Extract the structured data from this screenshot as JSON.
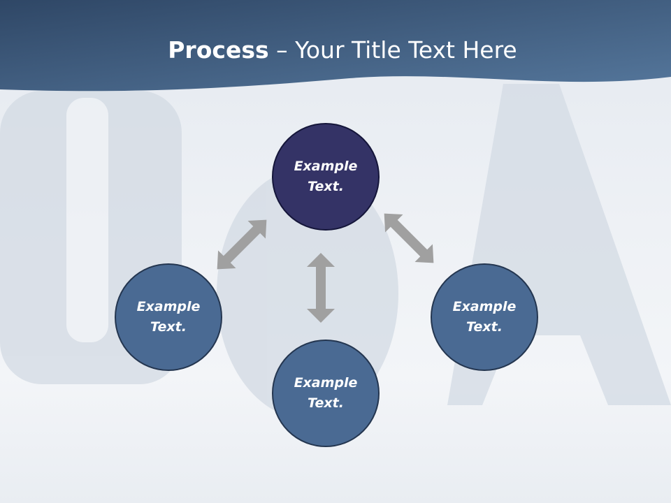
{
  "header": {
    "title_bold": "Process",
    "title_rest": " – Your Title Text Here"
  },
  "nodes": [
    {
      "line1": "Example",
      "line2": "Text."
    },
    {
      "line1": "Example",
      "line2": "Text."
    },
    {
      "line1": "Example",
      "line2": "Text."
    },
    {
      "line1": "Example",
      "line2": "Text."
    }
  ],
  "colors": {
    "header": "#3f5c80",
    "top_node": "#343366",
    "node": "#4a6a93",
    "arrow": "#a0a0a0"
  }
}
